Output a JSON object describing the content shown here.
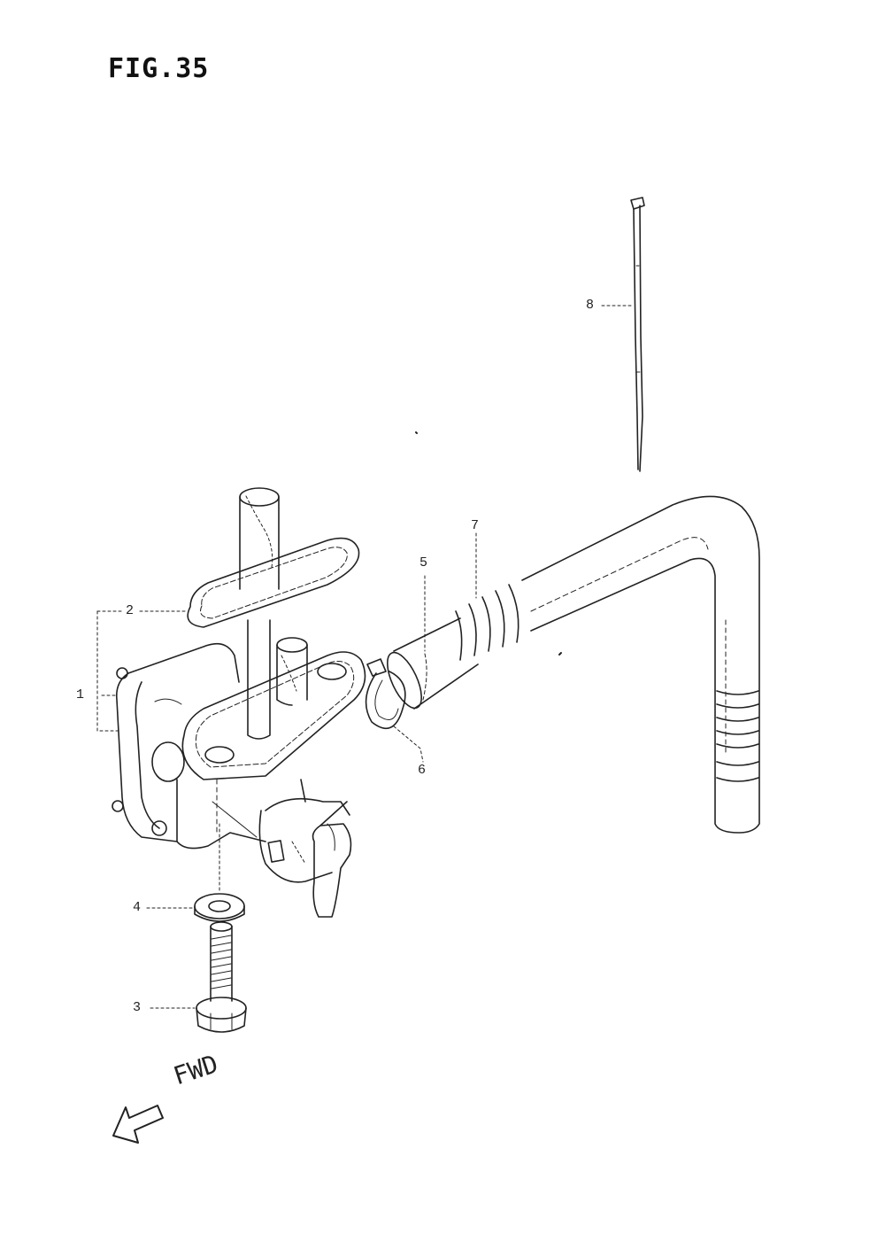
{
  "figure": {
    "title": "FIG.35"
  },
  "callouts": [
    {
      "id": "1",
      "label": "1"
    },
    {
      "id": "2",
      "label": "2"
    },
    {
      "id": "3",
      "label": "3"
    },
    {
      "id": "4",
      "label": "4"
    },
    {
      "id": "5",
      "label": "5"
    },
    {
      "id": "6",
      "label": "6"
    },
    {
      "id": "7",
      "label": "7"
    },
    {
      "id": "8",
      "label": "8"
    }
  ],
  "direction": {
    "label": "FWD"
  }
}
